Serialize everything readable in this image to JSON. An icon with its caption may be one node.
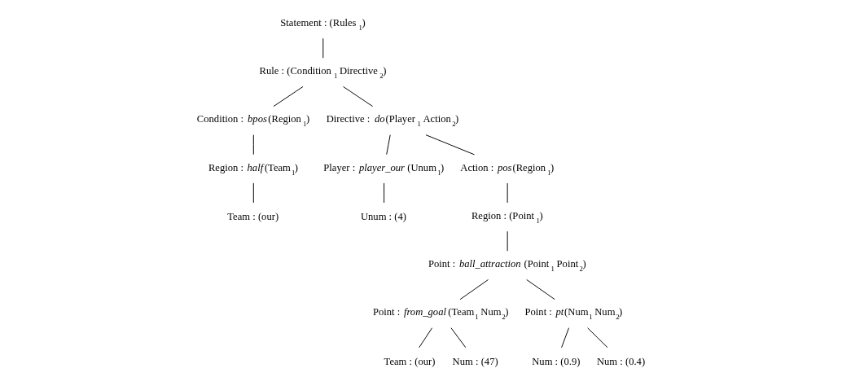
{
  "diagram": {
    "nodes": [
      {
        "text": [
          "Statement : (Rules$_{1}$)"
        ]
      },
      {
        "text": [
          "Rule : (Condition$_{1}$ Directive$_{2}$)"
        ]
      },
      {
        "text": [
          "Condition : *bpos*(Region$_{1}$)"
        ]
      },
      {
        "text": [
          "Directive : *do*(Player$_{1}$ Action$_{2}$)"
        ]
      },
      {
        "text": [
          "Region : *half*(Team$_{1}$)"
        ]
      },
      {
        "text": [
          "Player : *player_our*(Unum$_{1}$)"
        ]
      },
      {
        "text": [
          "Action : *pos*(Region$_{1}$)"
        ]
      },
      {
        "text": [
          "Team : (our)"
        ]
      },
      {
        "text": [
          "Unum : (4)"
        ]
      },
      {
        "text": [
          "Region : (Point$_{1}$)"
        ]
      },
      {
        "text": [
          "Point : *ball_attraction*(Point$_{1}$ Point$_{2}$)"
        ]
      },
      {
        "text": [
          "Point : *from_goal*(Team$_{1}$ Num$_{2}$)"
        ]
      },
      {
        "text": [
          "Point : *pt*(Num$_{1}$ Num$_{2}$)"
        ]
      },
      {
        "text": [
          "Team : (our)"
        ]
      },
      {
        "text": [
          "Num : (47)"
        ]
      },
      {
        "text": [
          "Num : (0.9)"
        ]
      },
      {
        "text": [
          "Num : (0.4)"
        ]
      }
    ],
    "edges": [
      {
        "from": 0,
        "to": 1,
        "arrow": "none"
      },
      {
        "from": 1,
        "to": 2,
        "arrow": "none"
      },
      {
        "from": 1,
        "to": 3,
        "arrow": "none"
      },
      {
        "from": 2,
        "to": 4,
        "arrow": "none"
      },
      {
        "from": 3,
        "to": 5,
        "arrow": "none"
      },
      {
        "from": 3,
        "to": 6,
        "arrow": "none"
      },
      {
        "from": 4,
        "to": 7,
        "arrow": "none"
      },
      {
        "from": 5,
        "to": 8,
        "arrow": "none"
      },
      {
        "from": 6,
        "to": 9,
        "arrow": "none"
      },
      {
        "from": 9,
        "to": 10,
        "arrow": "none"
      },
      {
        "from": 10,
        "to": 11,
        "arrow": "none"
      },
      {
        "from": 10,
        "to": 12,
        "arrow": "none"
      },
      {
        "from": 11,
        "to": 13,
        "arrow": "none"
      },
      {
        "from": 11,
        "to": 14,
        "arrow": "none"
      },
      {
        "from": 12,
        "to": 15,
        "arrow": "none"
      },
      {
        "from": 12,
        "to": 16,
        "arrow": "none"
      }
    ]
  }
}
